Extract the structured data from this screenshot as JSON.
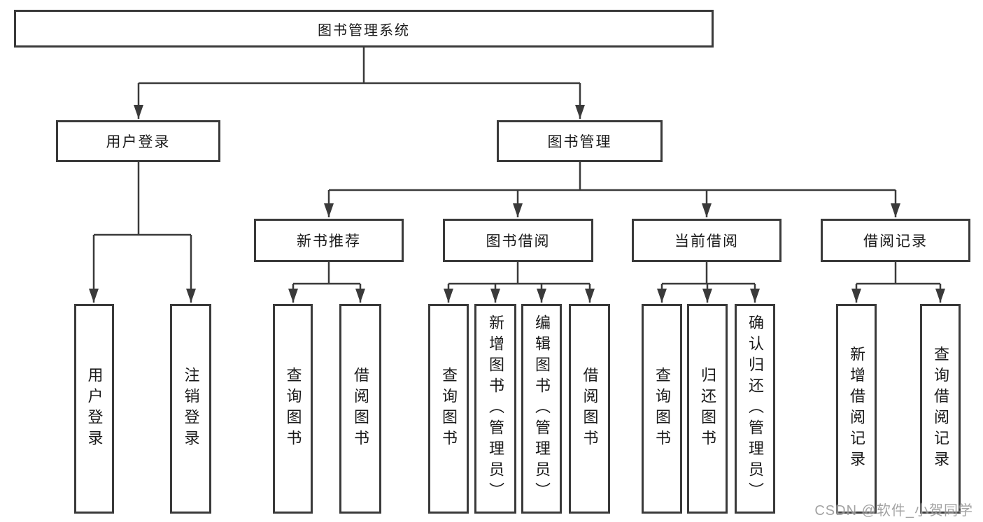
{
  "diagram": {
    "root": "图书管理系统",
    "level2": {
      "user": "用户登录",
      "book": "图书管理"
    },
    "level3": {
      "new_books": "新书推荐",
      "borrow": "图书借阅",
      "current": "当前借阅",
      "records": "借阅记录"
    },
    "leaves": {
      "user": [
        "用户登录",
        "注销登录"
      ],
      "new_books": [
        "查询图书",
        "借阅图书"
      ],
      "borrow": [
        "查询图书",
        "新增图书（管理员）",
        "编辑图书（管理员）",
        "借阅图书"
      ],
      "current": [
        "查询图书",
        "归还图书",
        "确认归还（管理员）"
      ],
      "records": [
        "新增借阅记录",
        "查询借阅记录"
      ]
    }
  },
  "watermark": "CSDN @软件_小贺同学",
  "colors": {
    "line": "#3a3a3a",
    "text": "#1a1a1a",
    "watermark": "#949494",
    "background": "#ffffff"
  }
}
